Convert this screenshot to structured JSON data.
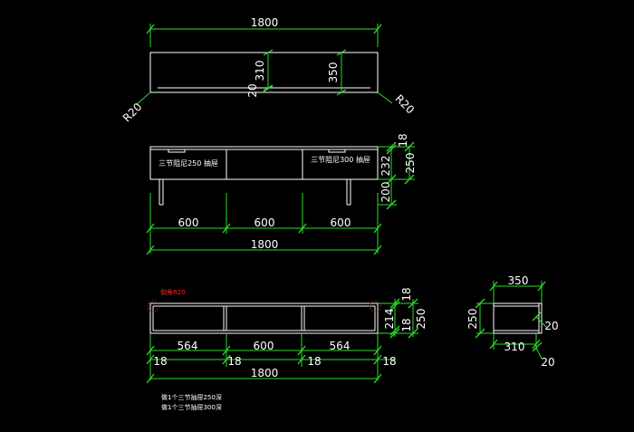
{
  "colors": {
    "background": "#000000",
    "outline": "#ffffff",
    "dimension": "#2bdc2b",
    "annotation_red": "#ff2020"
  },
  "top_view": {
    "total_width": "1800",
    "depth_left": "310",
    "depth_right": "350",
    "edge": "20",
    "radius_left": "R20",
    "radius_right": "R20"
  },
  "front_view": {
    "drawer_left": "三节阻尼250 抽屉",
    "drawer_right": "三节阻尼300 抽屉",
    "module_1": "600",
    "module_2": "600",
    "module_3": "600",
    "total_width": "1800",
    "h_top": "18",
    "h_body": "232",
    "h_drawer": "250",
    "h_leg": "200"
  },
  "carcass_view": {
    "corner_note": "倒角R20",
    "bay_1": "564",
    "bay_2": "600",
    "bay_3": "564",
    "panel_1": "18",
    "panel_2": "18",
    "panel_3": "18",
    "panel_4": "18",
    "total_width": "1800",
    "h_top": "18",
    "h_inner": "214",
    "h_bottom": "18",
    "h_total": "250"
  },
  "side_view": {
    "depth_top": "350",
    "depth_bottom": "310",
    "height": "250",
    "edge_top": "20",
    "edge_bottom": "20"
  },
  "notes": {
    "line_1": "做1个三节抽屉250深",
    "line_2": "做1个三节抽屉300深"
  }
}
